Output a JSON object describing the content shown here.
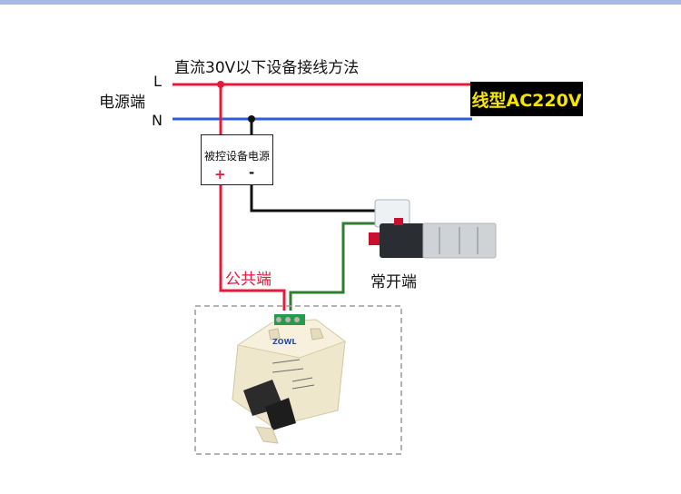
{
  "title": "直流30V以下设备接线方法",
  "line_L_label": "L",
  "line_N_label": "N",
  "power_label": "电源端",
  "badge_label": "线型AC220V",
  "psu": {
    "title": "被控设备电源",
    "plus": "+",
    "minus": "-"
  },
  "common_label": "公共端",
  "no_label": "常开端",
  "relay_brand": "ZOWL",
  "colors": {
    "live": "#e8183a",
    "neutral": "#2f5de0",
    "signal": "#2f7d2f",
    "ground": "#111111",
    "badge_text": "#f7e400"
  }
}
